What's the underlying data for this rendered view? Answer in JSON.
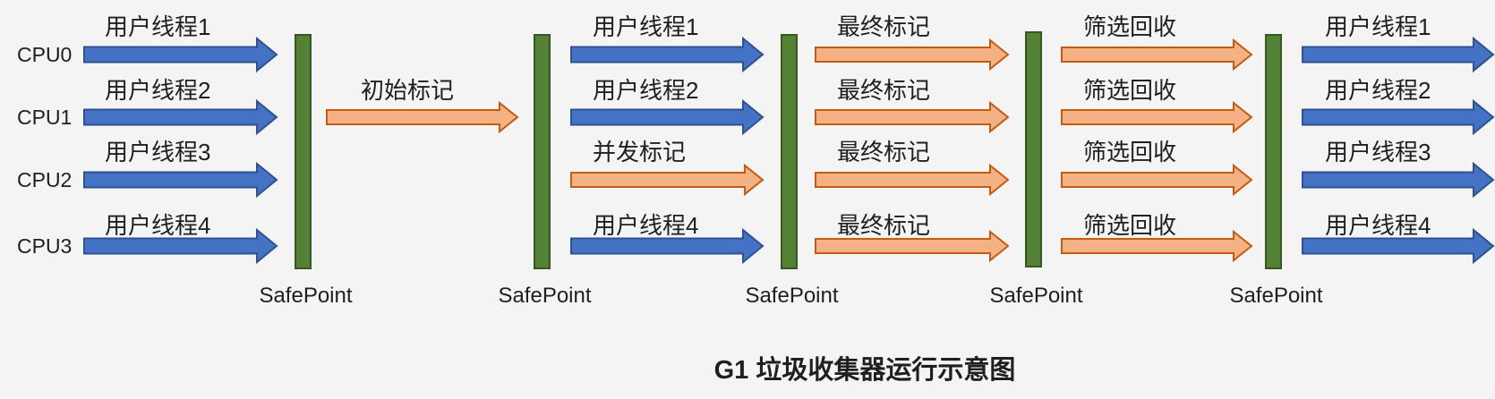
{
  "cpus": [
    "CPU0",
    "CPU1",
    "CPU2",
    "CPU3"
  ],
  "phases": [
    {
      "arrows": [
        {
          "cpu": 0,
          "label": "用户线程1",
          "color": "blue"
        },
        {
          "cpu": 1,
          "label": "用户线程2",
          "color": "blue"
        },
        {
          "cpu": 2,
          "label": "用户线程3",
          "color": "blue"
        },
        {
          "cpu": 3,
          "label": "用户线程4",
          "color": "blue"
        }
      ]
    },
    {
      "arrows": [
        {
          "cpu": 1,
          "label": "初始标记",
          "color": "orange"
        }
      ]
    },
    {
      "arrows": [
        {
          "cpu": 0,
          "label": "用户线程1",
          "color": "blue"
        },
        {
          "cpu": 1,
          "label": "用户线程2",
          "color": "blue"
        },
        {
          "cpu": 2,
          "label": "并发标记",
          "color": "orange"
        },
        {
          "cpu": 3,
          "label": "用户线程4",
          "color": "blue"
        }
      ]
    },
    {
      "arrows": [
        {
          "cpu": 0,
          "label": "最终标记",
          "color": "orange"
        },
        {
          "cpu": 1,
          "label": "最终标记",
          "color": "orange"
        },
        {
          "cpu": 2,
          "label": "最终标记",
          "color": "orange"
        },
        {
          "cpu": 3,
          "label": "最终标记",
          "color": "orange"
        }
      ]
    },
    {
      "arrows": [
        {
          "cpu": 0,
          "label": "筛选回收",
          "color": "orange"
        },
        {
          "cpu": 1,
          "label": "筛选回收",
          "color": "orange"
        },
        {
          "cpu": 2,
          "label": "筛选回收",
          "color": "orange"
        },
        {
          "cpu": 3,
          "label": "筛选回收",
          "color": "orange"
        }
      ]
    },
    {
      "arrows": [
        {
          "cpu": 0,
          "label": "用户线程1",
          "color": "blue"
        },
        {
          "cpu": 1,
          "label": "用户线程2",
          "color": "blue"
        },
        {
          "cpu": 2,
          "label": "用户线程3",
          "color": "blue"
        },
        {
          "cpu": 3,
          "label": "用户线程4",
          "color": "blue"
        }
      ]
    }
  ],
  "safepoints": [
    "SafePoint",
    "SafePoint",
    "SafePoint",
    "SafePoint",
    "SafePoint"
  ],
  "title": "G1 垃圾收集器运行示意图",
  "colors": {
    "blue_fill": "#4472C4",
    "blue_stroke": "#2F528F",
    "orange_fill": "#F4B183",
    "orange_stroke": "#C55A11",
    "bar_fill": "#548235",
    "bar_stroke": "#375623",
    "background": "#f4f4f4"
  }
}
